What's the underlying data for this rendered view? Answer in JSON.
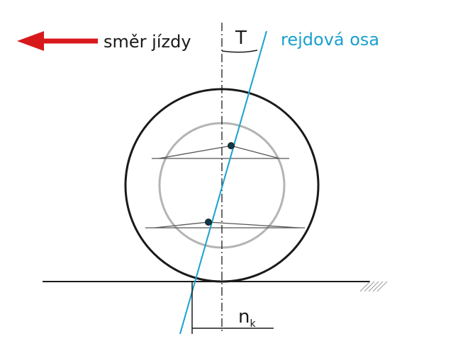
{
  "labels": {
    "direction": "směr jízdy",
    "caster_angle": "T",
    "steering_axis": "rejdová osa",
    "trail_symbol": "n",
    "trail_subscript": "k"
  },
  "colors": {
    "arrow": "#d7191c",
    "steering_axis": "#1aa0cf",
    "wheel": "#1a1a1a",
    "hub": "#b4b4b4",
    "ground": "#1a1a1a"
  }
}
